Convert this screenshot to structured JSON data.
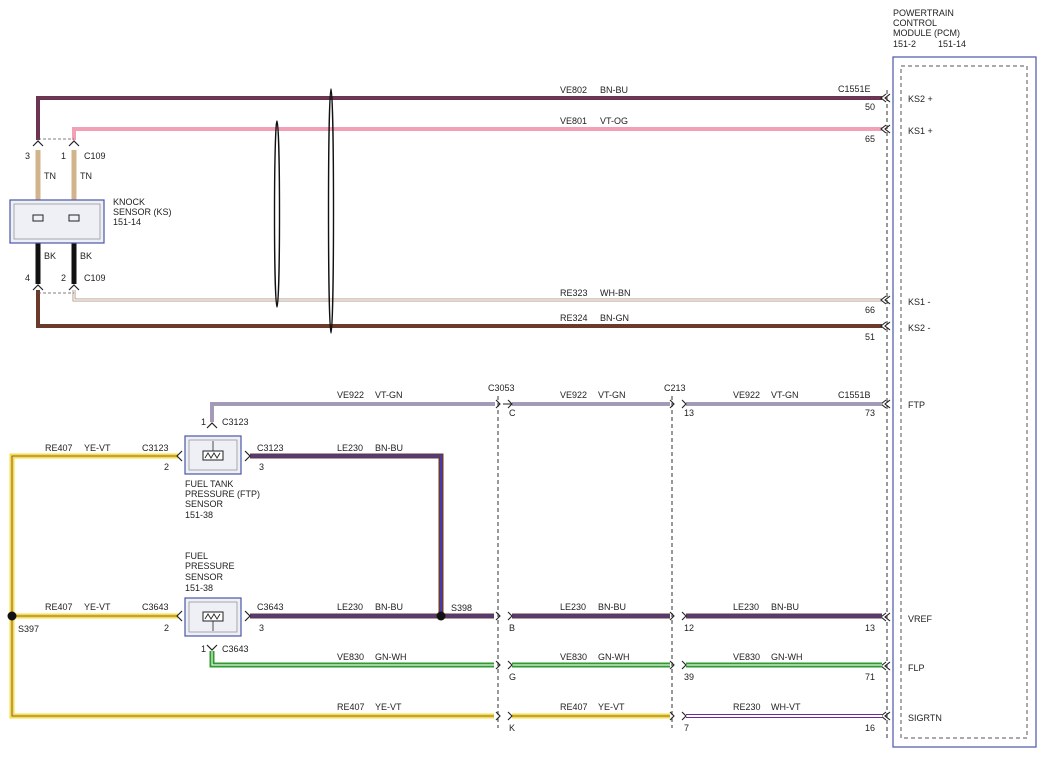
{
  "pcm": {
    "title_lines": [
      "POWERTRAIN",
      "CONTROL",
      "MODULE (PCM)"
    ],
    "page_left": "151-2",
    "page_right": "151-14",
    "pins": [
      {
        "id": "ks2p",
        "name": "KS2 +"
      },
      {
        "id": "ks1p",
        "name": "KS1 +"
      },
      {
        "id": "ks1m",
        "name": "KS1 -"
      },
      {
        "id": "ks2m",
        "name": "KS2 -"
      },
      {
        "id": "ftp",
        "name": "FTP"
      },
      {
        "id": "vref",
        "name": "VREF"
      },
      {
        "id": "flp",
        "name": "FLP"
      },
      {
        "id": "sigrtn",
        "name": "SIGRTN"
      }
    ]
  },
  "knock_sensor": {
    "name_lines": [
      "KNOCK",
      "SENSOR (KS)"
    ],
    "page": "151-14",
    "connector_top": "C109",
    "connector_bottom": "C109",
    "pin_top_left": "3",
    "pin_top_right": "1",
    "pin_bottom_left": "4",
    "pin_bottom_right": "2",
    "color_top_left": "TN",
    "color_top_right": "TN",
    "color_bottom_left": "BK",
    "color_bottom_right": "BK"
  },
  "ftp_sensor": {
    "name_lines": [
      "FUEL TANK",
      "PRESSURE (FTP)",
      "SENSOR"
    ],
    "page": "151-38",
    "connector_left": "C3123",
    "connector_right": "C3123",
    "connector_top": "C3123",
    "pin_left": "2",
    "pin_right": "3",
    "pin_top": "1"
  },
  "fuel_pressure_sensor": {
    "name_lines": [
      "FUEL",
      "PRESSURE",
      "SENSOR"
    ],
    "page": "151-38",
    "connector_left": "C3643",
    "connector_right": "C3643",
    "connector_bottom": "C3643",
    "pin_left": "2",
    "pin_right": "3",
    "pin_bottom": "1"
  },
  "connectors": {
    "c1551e": "C1551E",
    "c1551b": "C1551B",
    "c3053": "C3053",
    "c213": "C213"
  },
  "splices": {
    "s398": "S398",
    "s397": "S397"
  },
  "wires": {
    "ve802": {
      "circuit": "VE802",
      "color": "BN-BU"
    },
    "ve801": {
      "circuit": "VE801",
      "color": "VT-OG"
    },
    "re323": {
      "circuit": "RE323",
      "color": "WH-BN"
    },
    "re324": {
      "circuit": "RE324",
      "color": "BN-GN"
    },
    "ve922_a": {
      "circuit": "VE922",
      "color": "VT-GN"
    },
    "ve922_b": {
      "circuit": "VE922",
      "color": "VT-GN"
    },
    "ve922_c": {
      "circuit": "VE922",
      "color": "VT-GN"
    },
    "re407_ftp": {
      "circuit": "RE407",
      "color": "YE-VT"
    },
    "le230_ftp": {
      "circuit": "LE230",
      "color": "BN-BU"
    },
    "re407_fps": {
      "circuit": "RE407",
      "color": "YE-VT"
    },
    "le230_a": {
      "circuit": "LE230",
      "color": "BN-BU"
    },
    "le230_b": {
      "circuit": "LE230",
      "color": "BN-BU"
    },
    "le230_c": {
      "circuit": "LE230",
      "color": "BN-BU"
    },
    "ve830_a": {
      "circuit": "VE830",
      "color": "GN-WH"
    },
    "ve830_b": {
      "circuit": "VE830",
      "color": "GN-WH"
    },
    "ve830_c": {
      "circuit": "VE830",
      "color": "GN-WH"
    },
    "re407_main": {
      "circuit": "RE407",
      "color": "YE-VT"
    },
    "re407_mid": {
      "circuit": "RE407",
      "color": "YE-VT"
    },
    "re230": {
      "circuit": "RE230",
      "color": "WH-VT"
    }
  },
  "pin_numbers": {
    "p50": "50",
    "p65": "65",
    "p66": "66",
    "p51": "51",
    "p73": "73",
    "p13": "13",
    "p71": "71",
    "p16": "16",
    "c213_13": "13",
    "c213_12": "12",
    "c213_39": "39",
    "c213_7": "7",
    "c3053_c": "C",
    "c3053_b": "B",
    "c3053_g": "G",
    "c3053_k": "K"
  },
  "palette": {
    "violet": "#6b2c91",
    "brown": "#6b3a2a",
    "blue": "#3b3bd6",
    "pink": "#f2a0b6",
    "tan": "#d2b48c",
    "black": "#111111",
    "yellow": "#f5e03a",
    "green": "#2f9a2f",
    "white_line": "#b09a88"
  }
}
